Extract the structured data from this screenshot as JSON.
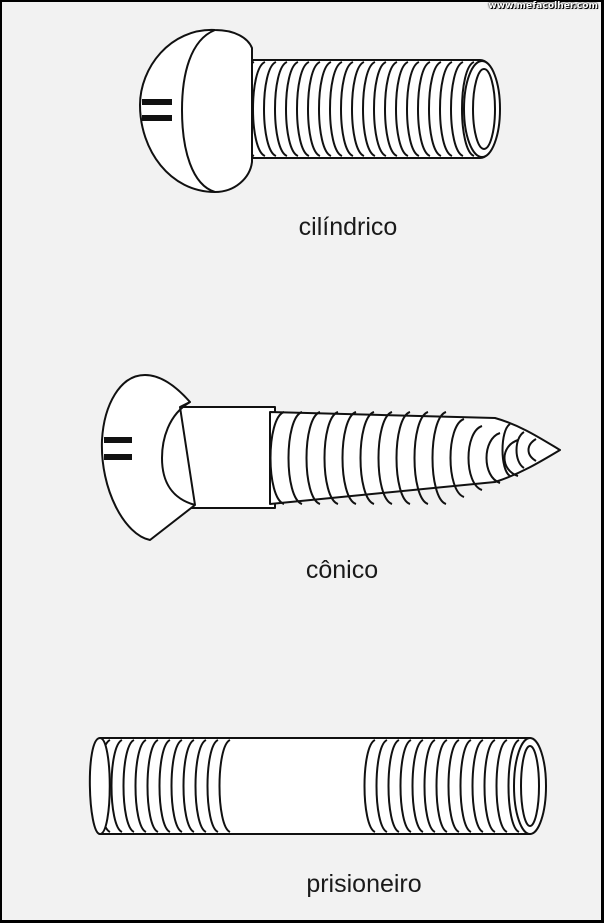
{
  "watermark": "www.mefacolher.com",
  "colors": {
    "background": "#f2f2f2",
    "frame": "#000000",
    "line": "#111111"
  },
  "screws": [
    {
      "id": "cylindrical",
      "label": "cilíndrico"
    },
    {
      "id": "conical",
      "label": "cônico"
    },
    {
      "id": "stud",
      "label": "prisioneiro"
    }
  ]
}
